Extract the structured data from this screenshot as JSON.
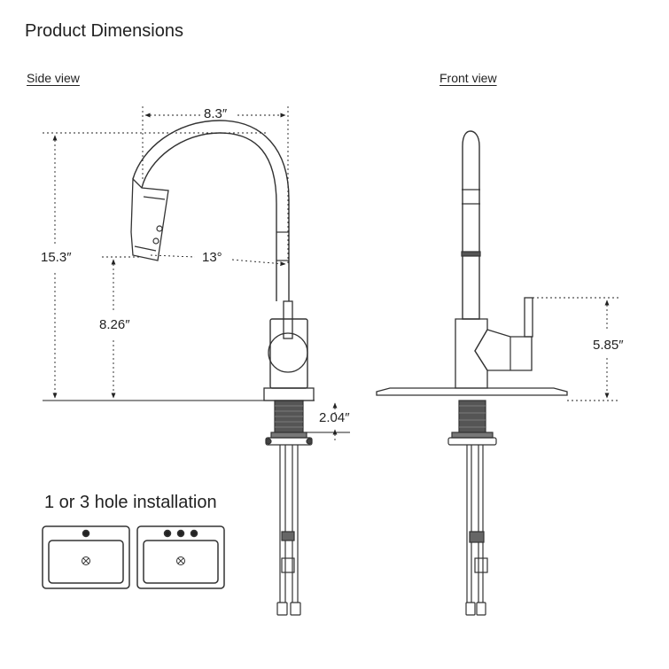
{
  "title": "Product Dimensions",
  "views": {
    "side": "Side view",
    "front": "Front view"
  },
  "dimensions": {
    "spout_reach": "8.3″",
    "total_height": "15.3″",
    "spray_angle": "13°",
    "spout_height": "8.26″",
    "shank_length": "2.04″",
    "handle_height": "5.85″"
  },
  "installation": {
    "label": "1 or 3 hole installation"
  },
  "colors": {
    "line": "#333333",
    "fill_dark": "#444444"
  }
}
